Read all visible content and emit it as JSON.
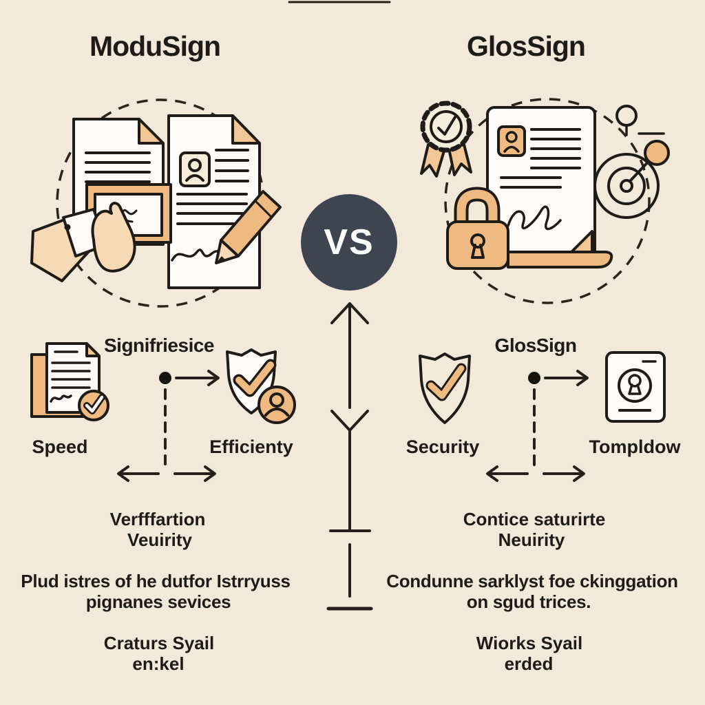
{
  "colors": {
    "background": "#f2e9da",
    "ink": "#1f1b16",
    "accent_orange": "#efba82",
    "fold_tan": "#f1c795",
    "skin_peach": "#f6d9b5",
    "paper_white": "#fdfcf8",
    "vs_circle": "#3e4450"
  },
  "header": {
    "left_title": "ModuSign",
    "right_title": "GlosSign",
    "vs_label": "VS"
  },
  "left_panel": {
    "diagram_title": "Signifriesice",
    "node_left": "Speed",
    "node_right": "Efficienty",
    "sub1": "Verfffartion",
    "sub2": "Veuirity",
    "body1": "Plud istres of he dutfor Istrryuss",
    "body2": "pignanes sevices",
    "foot1": "Craturs Syail",
    "foot2": "en:kel"
  },
  "right_panel": {
    "diagram_title": "GlosSign",
    "node_left": "Security",
    "node_right": "Tompldow",
    "sub1": "Contice saturirte",
    "sub2": "Neuirity",
    "body1": "Condunne sarklyst foe ckinggation",
    "body2": "on sgud trices.",
    "foot1": "Wiorks Syail",
    "foot2": "erded"
  }
}
